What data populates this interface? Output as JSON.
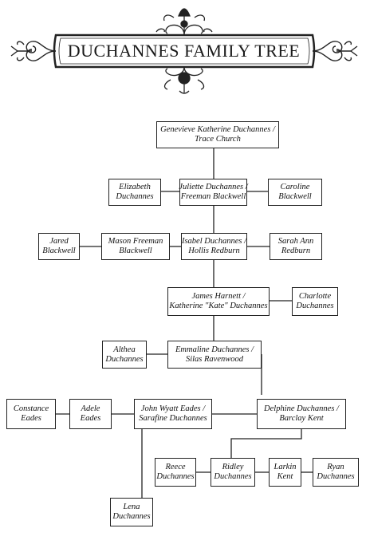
{
  "title": "DUCHANNES FAMILY TREE",
  "nodes": {
    "genevieve": [
      "Genevieve Katherine Duchannes /",
      "Trace Church"
    ],
    "elizabeth": [
      "Elizabeth",
      "Duchannes"
    ],
    "juliette": [
      "Juliette Duchannes /",
      "Freeman Blackwell"
    ],
    "caroline": [
      "Caroline",
      "Blackwell"
    ],
    "jared": [
      "Jared",
      "Blackwell"
    ],
    "mason": [
      "Mason Freeman",
      "Blackwell"
    ],
    "isabel": [
      "Isabel Duchannes /",
      "Hollis Redburn"
    ],
    "sarah": [
      "Sarah Ann",
      "Redburn"
    ],
    "james": [
      "James Harnett /",
      "Katherine \"Kate\" Duchannes"
    ],
    "charlotte": [
      "Charlotte",
      "Duchannes"
    ],
    "althea": [
      "Althea",
      "Duchannes"
    ],
    "emmaline": [
      "Emmaline Duchannes /",
      "Silas Ravenwood"
    ],
    "constance": [
      "Constance",
      "Eades"
    ],
    "adele": [
      "Adele",
      "Eades"
    ],
    "john": [
      "John Wyatt Eades /",
      "Sarafine Duchannes"
    ],
    "delphine": [
      "Delphine Duchannes /",
      "Barclay Kent"
    ],
    "reece": [
      "Reece",
      "Duchannes"
    ],
    "ridley": [
      "Ridley",
      "Duchannes"
    ],
    "larkin": [
      "Larkin",
      "Kent"
    ],
    "ryan": [
      "Ryan",
      "Duchannes"
    ],
    "lena": [
      "Lena",
      "Duchannes"
    ]
  }
}
